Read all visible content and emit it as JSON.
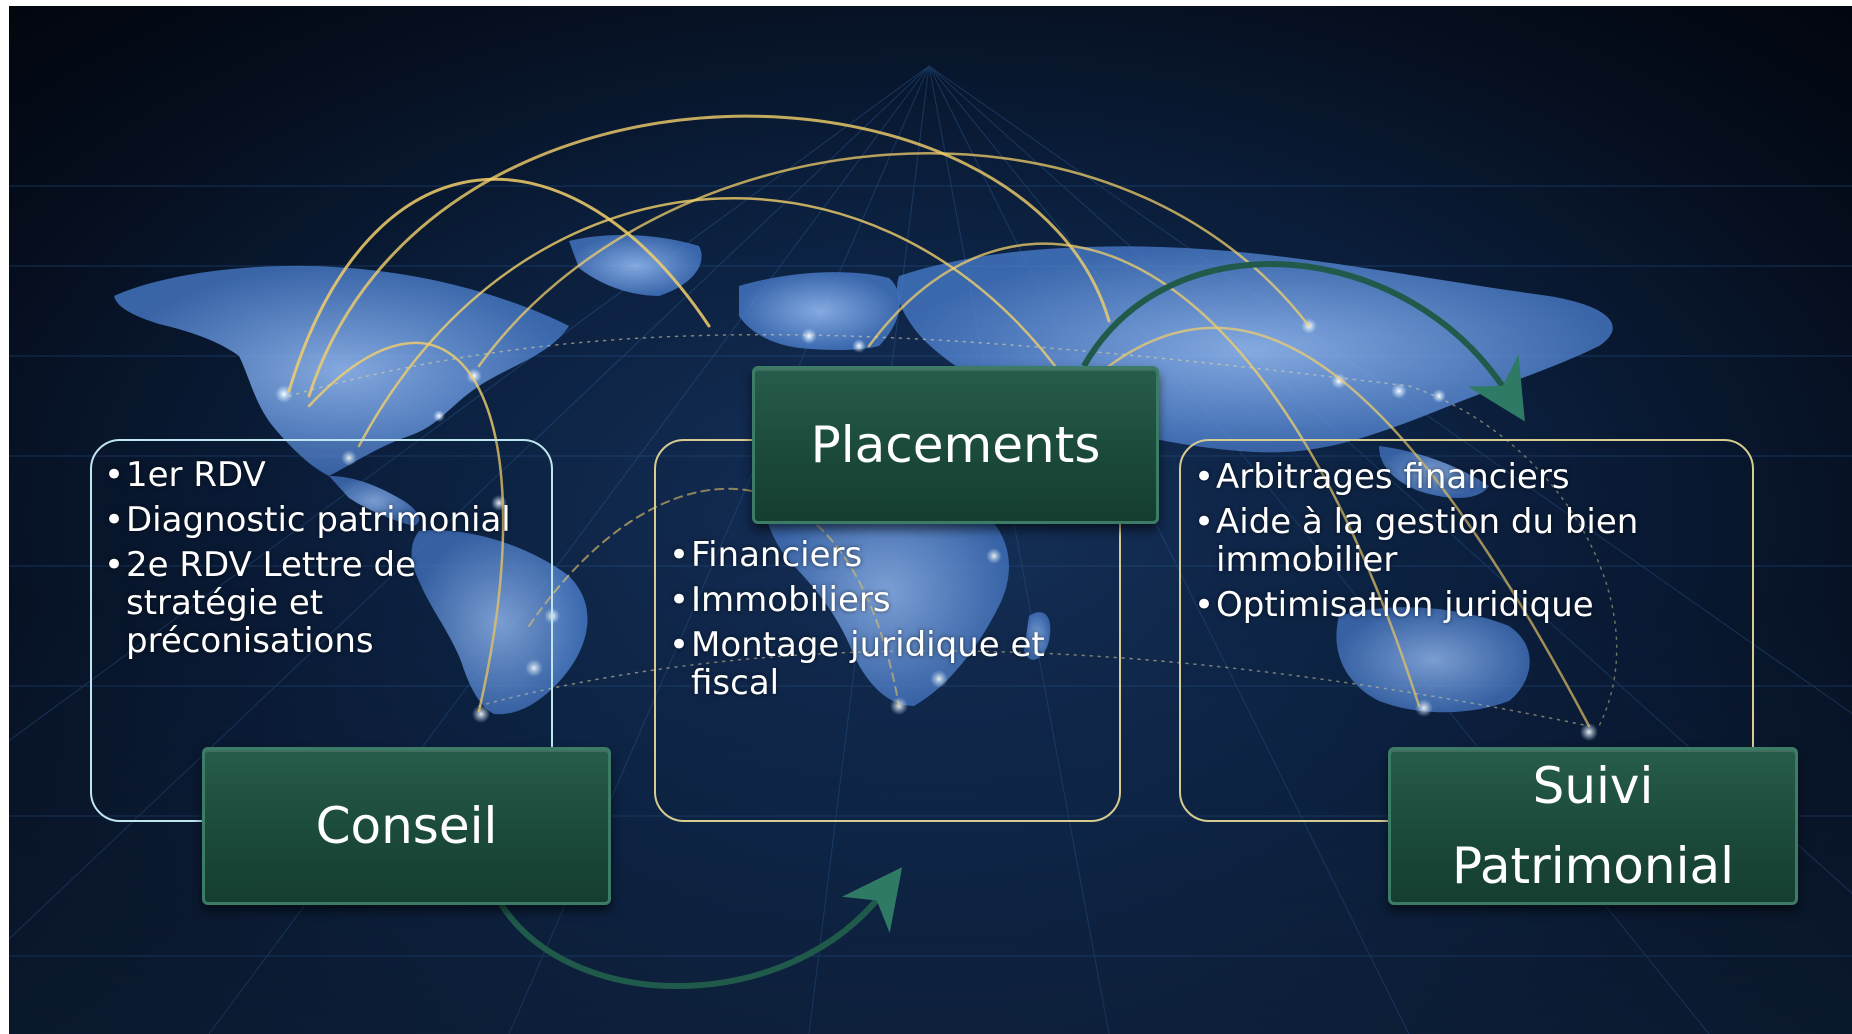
{
  "colors": {
    "background": "#0b1f3d",
    "step_box": "#1b4a3a",
    "arrow": "#1f5a4a",
    "frame_conseil": "#bfe6ee",
    "frame_other": "#d6cc92",
    "flight_arc": "#f2cf6a"
  },
  "steps": {
    "placements": {
      "title": "Placements"
    },
    "conseil": {
      "title": "Conseil"
    },
    "suivi": {
      "title_line1": "Suivi",
      "title_line2": "Patrimonial"
    }
  },
  "conseil": {
    "bullets": [
      "1er RDV",
      "Diagnostic patrimonial",
      "2e RDV Lettre de stratégie et préconisations"
    ]
  },
  "placements": {
    "bullets": [
      "Financiers",
      "Immobiliers",
      "Montage juridique et fiscal"
    ]
  },
  "suivi": {
    "bullets": [
      "Arbitrages financiers",
      "Aide à la gestion du bien immobilier",
      "Optimisation juridique"
    ]
  }
}
